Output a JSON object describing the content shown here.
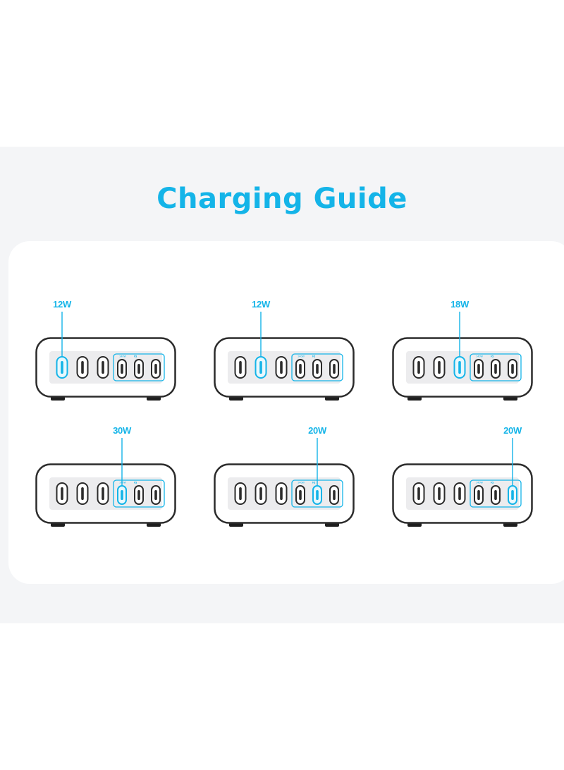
{
  "title": "Charging Guide",
  "colors": {
    "accent": "#14b4e8",
    "outline": "#2b2b2b",
    "band": "#f4f5f7",
    "panel": "#ffffff"
  },
  "port_badge": {
    "power_label": "140W",
    "tech_label": "IQ"
  },
  "devices": [
    {
      "label": "12W",
      "active_port": 0
    },
    {
      "label": "12W",
      "active_port": 1
    },
    {
      "label": "18W",
      "active_port": 2
    },
    {
      "label": "30W",
      "active_port": 3
    },
    {
      "label": "20W",
      "active_port": 4
    },
    {
      "label": "20W",
      "active_port": 5
    }
  ]
}
